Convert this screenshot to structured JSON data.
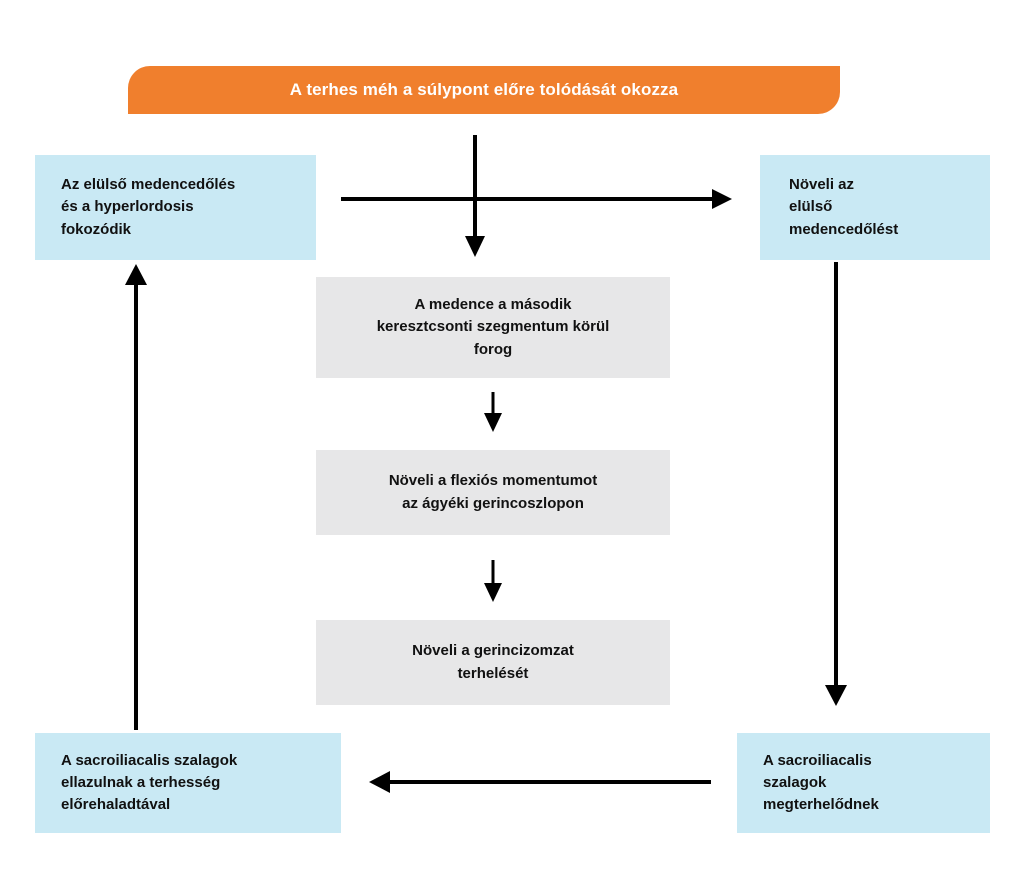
{
  "diagram": {
    "title_banner": {
      "text": "A terhes méh a súlypont előre tolódását okozza",
      "color": "#F07F2D",
      "text_color": "#FFFFFF"
    },
    "nodes": [
      {
        "id": "top-left",
        "text": "Az elülső medencedőlés\nés a hyperlordosis\nfokozódik",
        "color": "#C9E9F4"
      },
      {
        "id": "top-right",
        "text": "Növeli az\nelülső\nmedencedőlést",
        "color": "#C9E9F4"
      },
      {
        "id": "mid-1",
        "text": "A medence a második\nkeresztcsonti szegmentum körül\nforog",
        "color": "#E7E7E8"
      },
      {
        "id": "mid-2",
        "text": "Növeli a flexiós momentumot\naz ágyéki gerincoszlopon",
        "color": "#E7E7E8"
      },
      {
        "id": "mid-3",
        "text": "Növeli a gerincizomzat\nterhelését",
        "color": "#E7E7E8"
      },
      {
        "id": "bot-left",
        "text": "A sacroiliacalis szalagok\nellazulnak a terhesség\nelőrehaladtával",
        "color": "#C9E9F4"
      },
      {
        "id": "bot-right",
        "text": "A sacroiliacalis\nszalagok\nmegterhelődnek",
        "color": "#C9E9F4"
      }
    ],
    "connectors": [
      {
        "name": "banner-down-to-mid-1",
        "direction": "down"
      },
      {
        "name": "top-left-right-to-top-right",
        "direction": "right"
      },
      {
        "name": "mid-1-down-to-mid-2",
        "direction": "down"
      },
      {
        "name": "mid-2-down-to-mid-3",
        "direction": "down"
      },
      {
        "name": "top-right-down-to-bot-right",
        "direction": "down"
      },
      {
        "name": "bot-right-left-to-bot-left",
        "direction": "left"
      },
      {
        "name": "bot-left-up-to-top-left",
        "direction": "up"
      }
    ],
    "arrow_color": "#000000",
    "background": "#FFFFFF"
  }
}
